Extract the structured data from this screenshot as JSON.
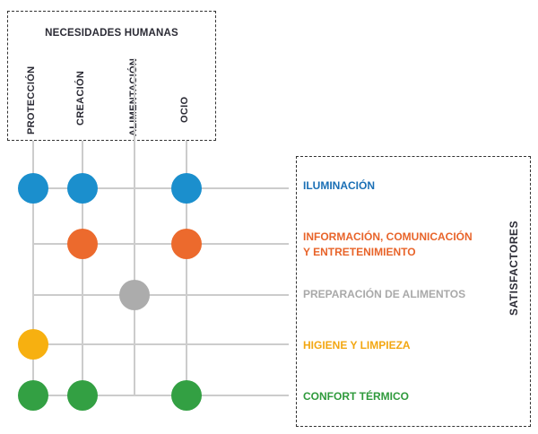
{
  "needs_title": "NECESIDADES HUMANAS",
  "needs": [
    "PROTECCIÓN",
    "CREACIÓN",
    "ALIMENTACIÓN",
    "OCIO"
  ],
  "satisfactores_label": "SATISFACTORES",
  "rows": [
    {
      "label_lines": [
        "ILUMINACIÓN"
      ],
      "color": "#1a6fb5",
      "dot_color": "#1b8fcd",
      "needs": [
        0,
        1,
        3
      ]
    },
    {
      "label_lines": [
        "INFORMACIÓN, COMUNICACIÓN",
        "Y ENTRETENIMIENTO"
      ],
      "color": "#e8642a",
      "dot_color": "#ec6a2d",
      "needs": [
        1,
        3
      ]
    },
    {
      "label_lines": [
        "PREPARACIÓN DE ALIMENTOS"
      ],
      "color": "#a9a9a9",
      "dot_color": "#acacac",
      "needs": [
        2
      ]
    },
    {
      "label_lines": [
        "HIGIENE Y LIMPIEZA"
      ],
      "color": "#f3a712",
      "dot_color": "#f7b010",
      "needs": [
        0
      ]
    },
    {
      "label_lines": [
        "CONFORT TÉRMICO"
      ],
      "color": "#2f9a3c",
      "dot_color": "#33a043",
      "needs": [
        0,
        1,
        3
      ]
    }
  ],
  "line_color": "#cccccc"
}
